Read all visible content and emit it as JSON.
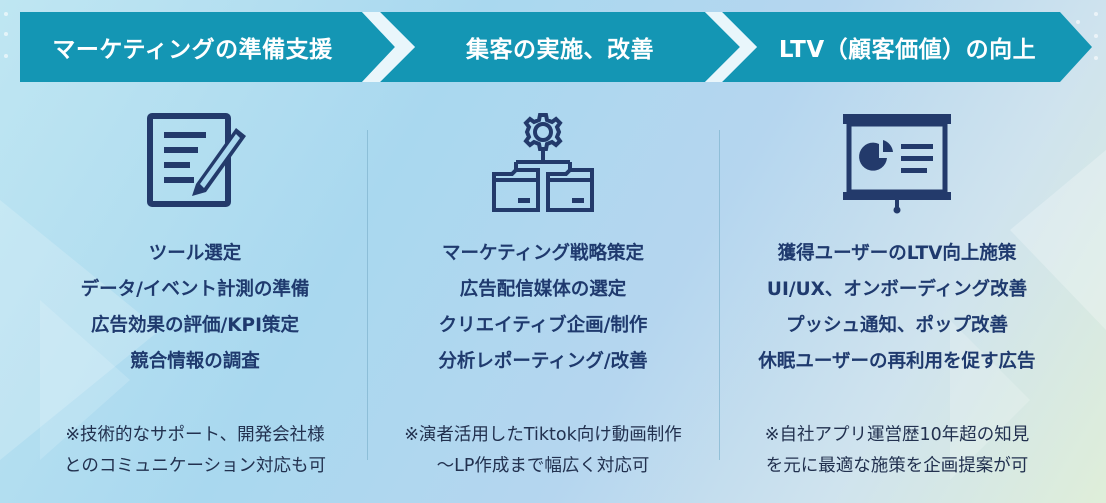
{
  "colors": {
    "banner": "#1496b4",
    "banner_dark": "#0e7f9c",
    "text_navy": "#1f3a6e",
    "icon_navy": "#233a6b"
  },
  "steps": [
    {
      "title": "マーケティングの準備支援",
      "icon": "document-pencil-icon",
      "items": [
        "ツール選定",
        "データ/イベント計測の準備",
        "広告効果の評価/KPI策定",
        "競合情報の調査"
      ],
      "note": [
        "※技術的なサポート、開発会社様",
        "とのコミュニケーション対応も可"
      ]
    },
    {
      "title": "集客の実施、改善",
      "icon": "gear-folders-icon",
      "items": [
        "マーケティング戦略策定",
        "広告配信媒体の選定",
        "クリエイティブ企画/制作",
        "分析レポーティング/改善"
      ],
      "note": [
        "※演者活用したTiktok向け動画制作",
        "〜LP作成まで幅広く対応可"
      ]
    },
    {
      "title": "LTV（顧客価値）の向上",
      "icon": "presentation-board-icon",
      "items": [
        "獲得ユーザーのLTV向上施策",
        "UI/UX、オンボーディング改善",
        "プッシュ通知、ポップ改善",
        "休眠ユーザーの再利用を促す広告"
      ],
      "note": [
        "※自社アプリ運営歴10年超の知見",
        "を元に最適な施策を企画提案が可"
      ]
    }
  ]
}
